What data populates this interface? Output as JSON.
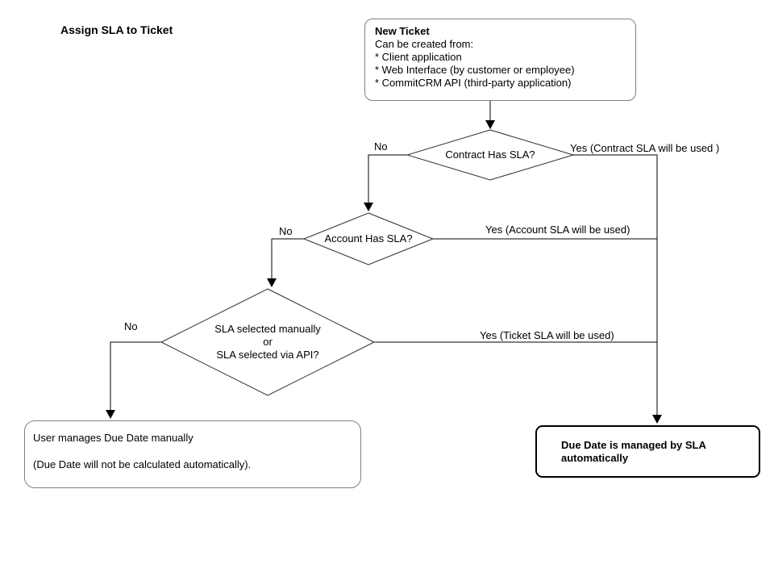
{
  "title": "Assign SLA to Ticket",
  "nodes": {
    "new_ticket": {
      "heading": "New Ticket",
      "lines": [
        "Can be created from:",
        "* Client application",
        "* Web Interface (by customer or employee)",
        "* CommitCRM API (third-party application)"
      ]
    },
    "contract_decision": {
      "label": "Contract Has SLA?"
    },
    "account_decision": {
      "label": "Account Has SLA?"
    },
    "manual_decision": {
      "lines": [
        "SLA selected manually",
        "or",
        "SLA selected via API?"
      ]
    },
    "manual_outcome": {
      "lines": [
        "User manages Due Date manually",
        "(Due Date will not be calculated automatically)."
      ]
    },
    "auto_outcome": {
      "label": "Due Date is managed by SLA automatically"
    }
  },
  "edge_labels": {
    "contract_no": "No",
    "contract_yes": "Yes (Contract SLA will be used )",
    "account_no": "No",
    "account_yes": "Yes (Account SLA will be used)",
    "manual_no": "No",
    "manual_yes": "Yes (Ticket SLA will be used)"
  },
  "colors": {
    "background": "#ffffff",
    "line": "#000000",
    "diamond_border": "#2b2b2b",
    "rounded_box_border": "#808080",
    "gray_connector": "#808080",
    "text": "#000000"
  }
}
